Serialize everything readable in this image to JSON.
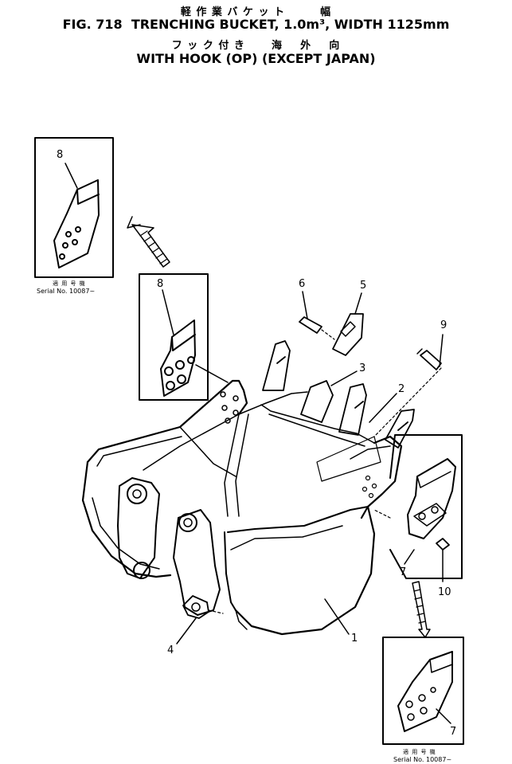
{
  "title": {
    "jp_line1": "軽 作 業 バ ケ ッ ト        幅",
    "line1": "FIG. 718  TRENCHING BUCKET, 1.0m³, WIDTH 1125mm",
    "jp_line2": "フ ッ ク 付 き      海    外    向",
    "line2": "WITH HOOK (OP) (EXCEPT JAPAN)"
  },
  "serial_notes": {
    "top_left_jp": "適 用 号 機",
    "top_left": "Serial No. 10087~",
    "bottom_right_jp": "適 用 号 機",
    "bottom_right": "Serial No. 10087~"
  },
  "callouts": {
    "c1": "1",
    "c2": "2",
    "c3": "3",
    "c4": "4",
    "c5": "5",
    "c6": "6",
    "c7a": "7",
    "c7b": "7",
    "c8a": "8",
    "c8b": "8",
    "c9": "9",
    "c10": "10"
  }
}
